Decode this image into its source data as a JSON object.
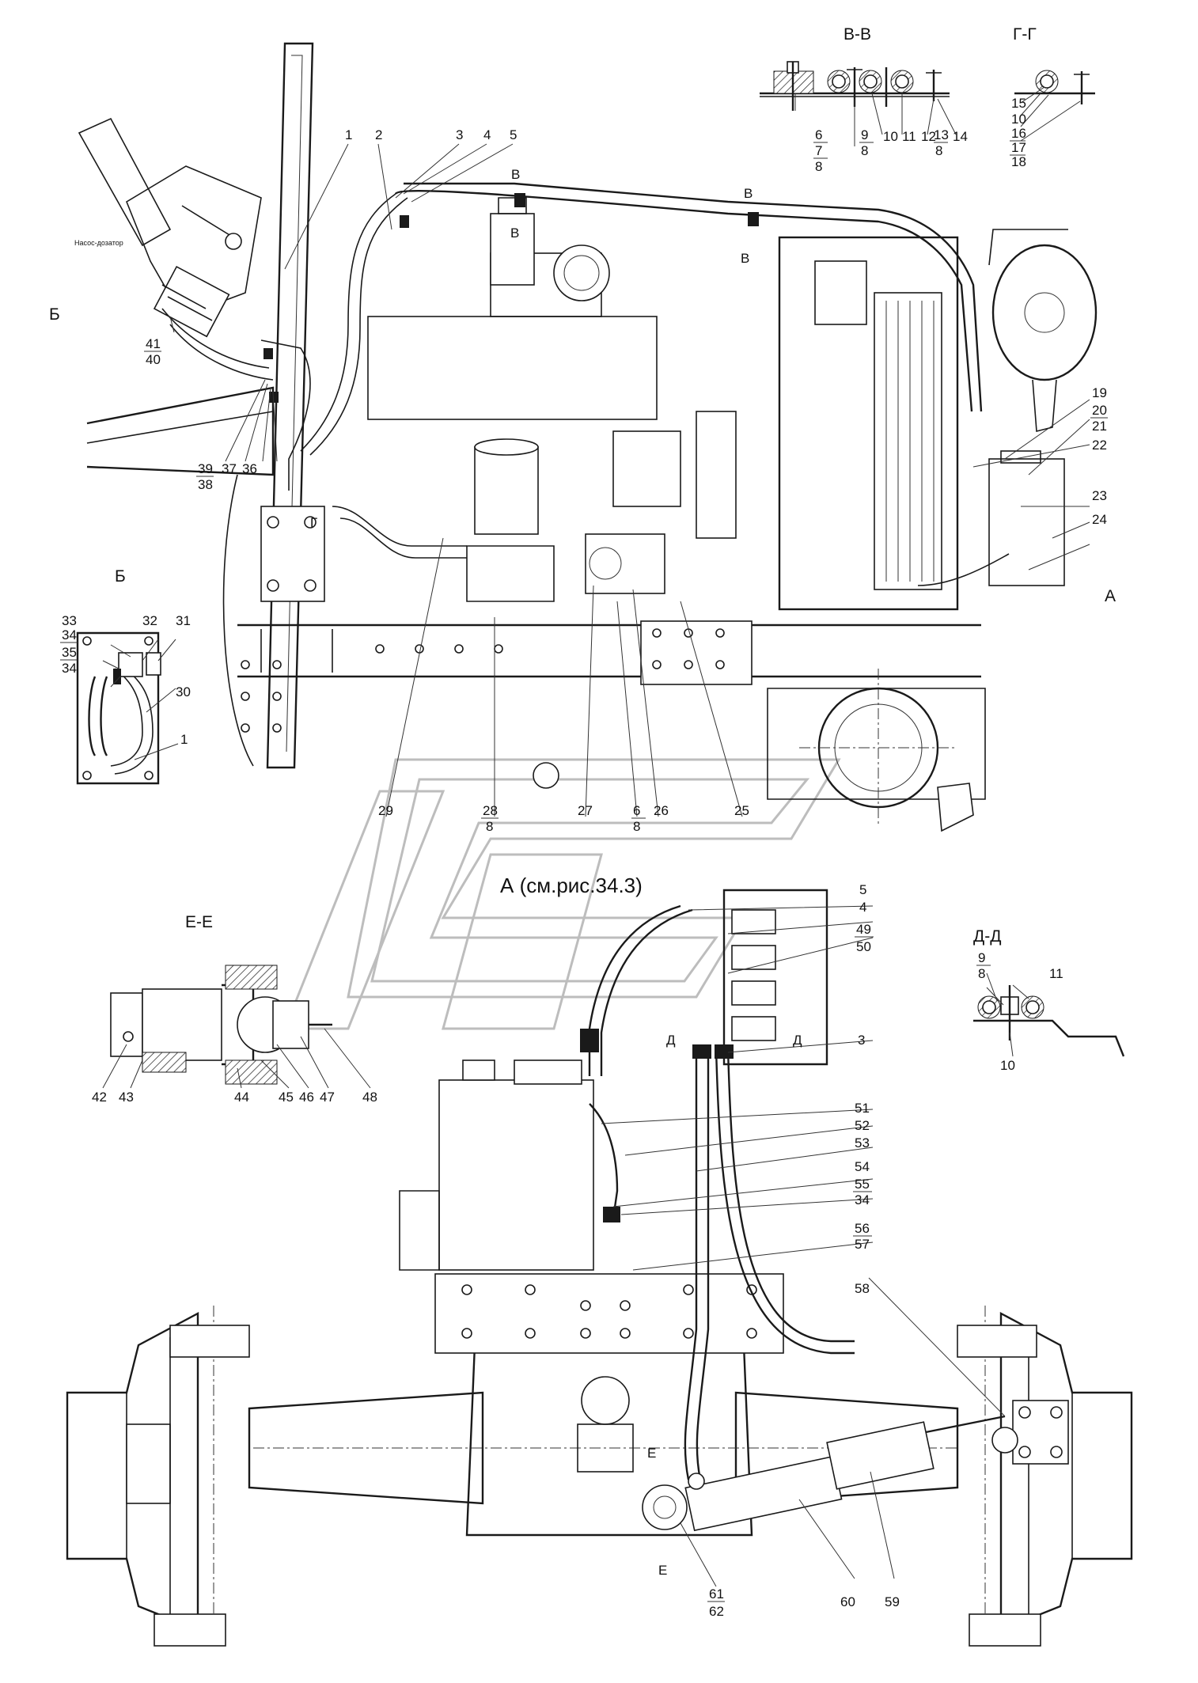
{
  "sections": {
    "v_v": "В-В",
    "g_g": "Г-Г",
    "b": "Б",
    "b_side": "Б",
    "a_side": "А",
    "e_e": "Е-Е",
    "d_d": "Д-Д",
    "view_a": "А (см.рис.34.3)",
    "cut_v1": "В",
    "cut_v2": "В",
    "cut_v3": "В",
    "cut_v4": "В",
    "cut_g": "Г",
    "cut_d1": "Д",
    "cut_d2": "Д",
    "cut_e1": "Е",
    "cut_e2": "Е"
  },
  "pump_note": "Насос-дозатор",
  "callouts": {
    "c1": "1",
    "c2": "2",
    "c3": "3",
    "c4": "4",
    "c5": "5",
    "vv_6": "6",
    "vv_7": "7",
    "vv_8": "8",
    "vv_9": "9",
    "vv_8b": "8",
    "vv_10": "10",
    "vv_11": "11",
    "vv_12": "12",
    "vv_13": "13",
    "vv_8c": "8",
    "vv_14": "14",
    "gg_15": "15",
    "gg_10": "10",
    "gg_16": "16",
    "gg_17": "17",
    "gg_18": "18",
    "c41": "41",
    "c40": "40",
    "c39": "39",
    "c38": "38",
    "c37": "37",
    "c36": "36",
    "c19": "19",
    "c20": "20",
    "c21": "21",
    "c22": "22",
    "c23": "23",
    "c24": "24",
    "b33": "33",
    "b34": "34",
    "b35": "35",
    "b34b": "34",
    "b32": "32",
    "b31": "31",
    "b30": "30",
    "b1": "1",
    "c29": "29",
    "c28": "28",
    "c8a": "8",
    "c27": "27",
    "c6": "6",
    "c8b": "8",
    "c26": "26",
    "c25": "25",
    "a5": "5",
    "a4": "4",
    "a49": "49",
    "a50": "50",
    "a3": "3",
    "a51": "51",
    "a52": "52",
    "a53": "53",
    "a54": "54",
    "a55": "55",
    "a34": "34",
    "a56": "56",
    "a57": "57",
    "a58": "58",
    "ee42": "42",
    "ee43": "43",
    "ee44": "44",
    "ee45": "45",
    "ee46": "46",
    "ee47": "47",
    "ee48": "48",
    "dd9": "9",
    "dd8": "8",
    "dd11": "11",
    "dd10": "10",
    "a61": "61",
    "a62": "62",
    "a60": "60",
    "a59": "59"
  }
}
